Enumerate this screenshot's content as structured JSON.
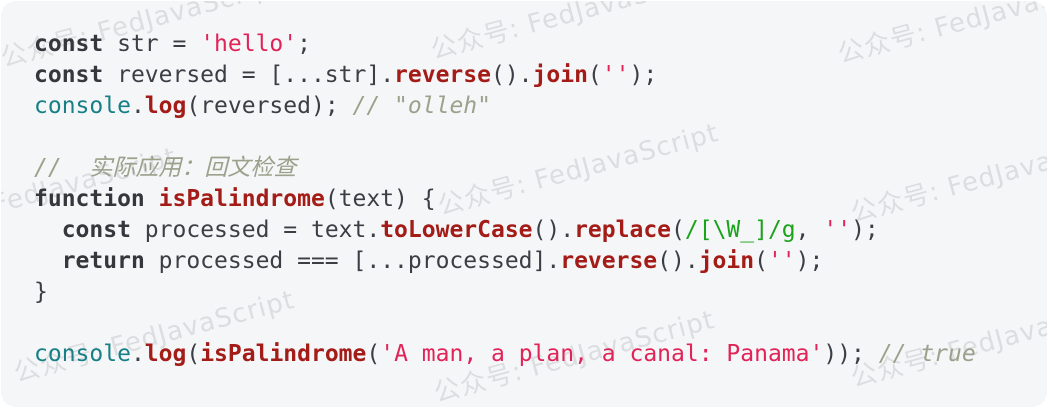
{
  "watermark": {
    "text": "公众号: FedJavaScript"
  },
  "colors": {
    "card_background": "#f5f6f8",
    "plain_text": "#3b3e44",
    "keyword": "#34373c",
    "function_name": "#a31c17",
    "string": "#e02458",
    "comment": "#9ba18b",
    "regex": "#1ca31c",
    "console_object": "#168086",
    "watermark": "#c7cacd"
  },
  "code": {
    "language": "javascript",
    "lines": [
      {
        "segments": [
          {
            "t": "const",
            "s": "kw"
          },
          {
            "t": " str = ",
            "s": "pl"
          },
          {
            "t": "'hello'",
            "s": "str"
          },
          {
            "t": ";",
            "s": "pl"
          }
        ]
      },
      {
        "segments": [
          {
            "t": "const",
            "s": "kw"
          },
          {
            "t": " reversed = [...str].",
            "s": "pl"
          },
          {
            "t": "reverse",
            "s": "fn"
          },
          {
            "t": "().",
            "s": "pl"
          },
          {
            "t": "join",
            "s": "fn"
          },
          {
            "t": "(",
            "s": "pl"
          },
          {
            "t": "''",
            "s": "str"
          },
          {
            "t": ");",
            "s": "pl"
          }
        ]
      },
      {
        "segments": [
          {
            "t": "console",
            "s": "obj"
          },
          {
            "t": ".",
            "s": "pl"
          },
          {
            "t": "log",
            "s": "fn"
          },
          {
            "t": "(reversed); ",
            "s": "pl"
          },
          {
            "t": "// \"olleh\"",
            "s": "cmt"
          }
        ]
      },
      {
        "segments": []
      },
      {
        "segments": [
          {
            "t": "//  实际应用：回文检查",
            "s": "cmt"
          }
        ]
      },
      {
        "segments": [
          {
            "t": "function",
            "s": "kw"
          },
          {
            "t": " ",
            "s": "pl"
          },
          {
            "t": "isPalindrome",
            "s": "fn"
          },
          {
            "t": "(text) {",
            "s": "pl"
          }
        ]
      },
      {
        "segments": [
          {
            "t": "  ",
            "s": "pl"
          },
          {
            "t": "const",
            "s": "kw"
          },
          {
            "t": " processed = text.",
            "s": "pl"
          },
          {
            "t": "toLowerCase",
            "s": "fn"
          },
          {
            "t": "().",
            "s": "pl"
          },
          {
            "t": "replace",
            "s": "fn"
          },
          {
            "t": "(",
            "s": "pl"
          },
          {
            "t": "/[\\W_]/g",
            "s": "re"
          },
          {
            "t": ", ",
            "s": "pl"
          },
          {
            "t": "''",
            "s": "str"
          },
          {
            "t": ");",
            "s": "pl"
          }
        ]
      },
      {
        "segments": [
          {
            "t": "  ",
            "s": "pl"
          },
          {
            "t": "return",
            "s": "kw"
          },
          {
            "t": " processed === [...processed].",
            "s": "pl"
          },
          {
            "t": "reverse",
            "s": "fn"
          },
          {
            "t": "().",
            "s": "pl"
          },
          {
            "t": "join",
            "s": "fn"
          },
          {
            "t": "(",
            "s": "pl"
          },
          {
            "t": "''",
            "s": "str"
          },
          {
            "t": ");",
            "s": "pl"
          }
        ]
      },
      {
        "segments": [
          {
            "t": "}",
            "s": "pl"
          }
        ]
      },
      {
        "segments": []
      },
      {
        "segments": [
          {
            "t": "console",
            "s": "obj"
          },
          {
            "t": ".",
            "s": "pl"
          },
          {
            "t": "log",
            "s": "fn"
          },
          {
            "t": "(",
            "s": "pl"
          },
          {
            "t": "isPalindrome",
            "s": "fn"
          },
          {
            "t": "(",
            "s": "pl"
          },
          {
            "t": "'A man, a plan, a canal: Panama'",
            "s": "str"
          },
          {
            "t": ")); ",
            "s": "pl"
          },
          {
            "t": "// true",
            "s": "cmt"
          }
        ]
      }
    ]
  }
}
